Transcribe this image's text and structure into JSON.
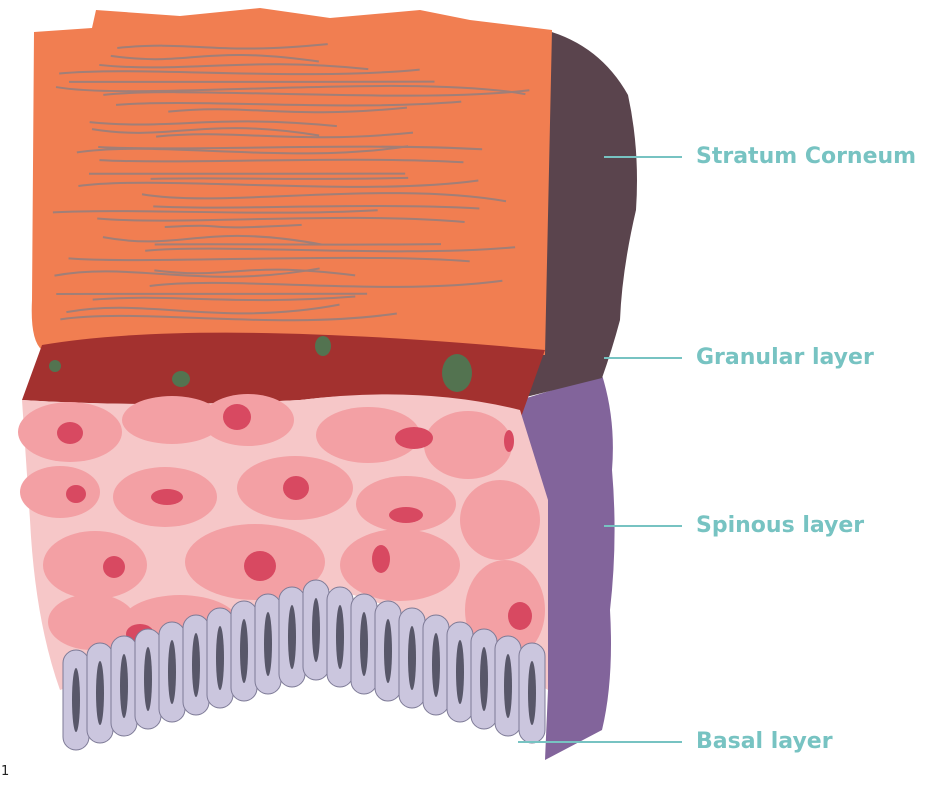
{
  "diagram": {
    "figure_number": "1",
    "labels": [
      {
        "id": "stratum-corneum",
        "text": "Stratum Corneum"
      },
      {
        "id": "granular-layer",
        "text": "Granular layer"
      },
      {
        "id": "spinous-layer",
        "text": "Spinous layer"
      },
      {
        "id": "basal-layer",
        "text": "Basal layer"
      }
    ],
    "colors": {
      "stratum_corneum": "#f17e51",
      "fibers": "#a07f78",
      "granular": "#a3312f",
      "granules": "#537350",
      "spinous_cell": "#f3a0a4",
      "spinous_bg": "#f6c7c8",
      "nucleus": "#d84961",
      "basal_cell": "#cbc6de",
      "basal_nucleus": "#585769",
      "side_corneum": "#5a444d",
      "side_spinous": "#82649b",
      "label": "#77c3c2"
    }
  }
}
